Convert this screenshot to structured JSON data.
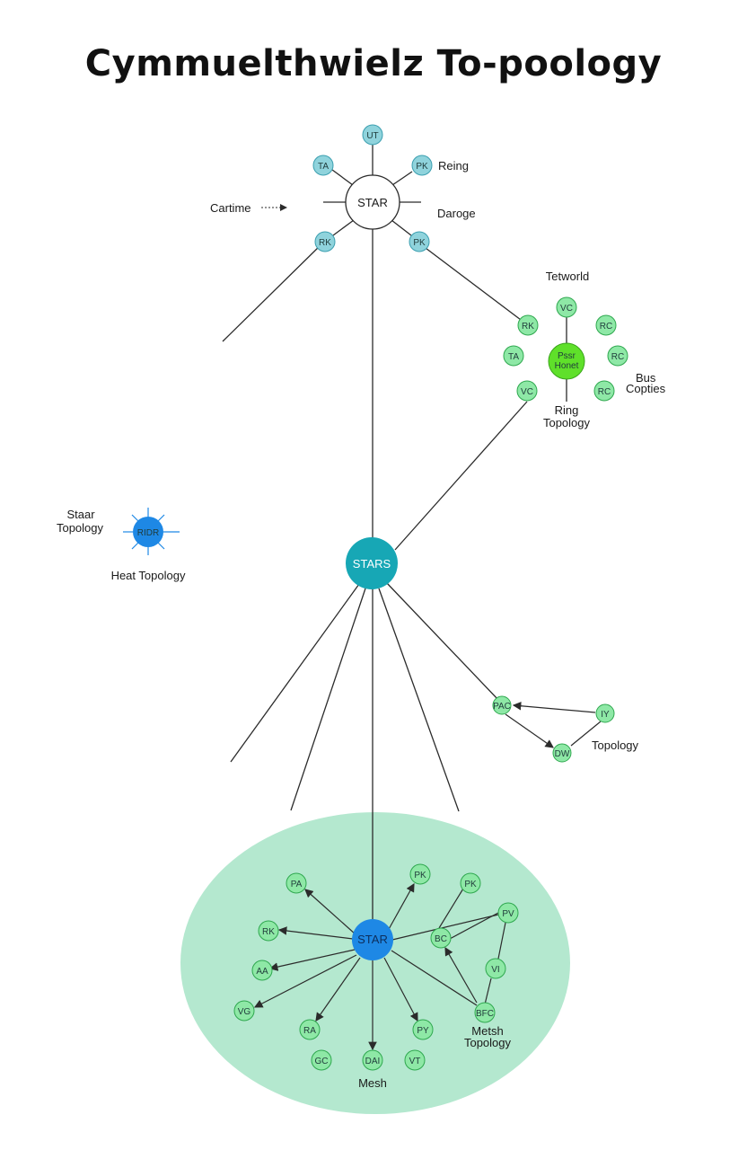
{
  "title": "Cymmuelthwielz To-poology",
  "colors": {
    "line": "#2b2b2b",
    "teal_node": "#8fd3dc",
    "teal_stroke": "#3b9fb0",
    "green_node": "#8ee8a6",
    "green_stroke": "#2fa84f",
    "bright_green": "#5fe02a",
    "stars_hub": "#17a7b5",
    "blue_hub": "#1e88e5",
    "mesh_bg": "#b4e8cf"
  },
  "labels": {
    "reing": "Reing",
    "cartime": "Cartime",
    "daroge": "Daroge",
    "tetworld": "Tetworld",
    "bus": "Bus",
    "copties": "Copties",
    "ring": "Ring",
    "topology_right": "Topology",
    "staar": "Staar",
    "staar_topology": "Topology",
    "heat_topology": "Heat Topology",
    "triangle_topology": "Topology",
    "metsh": "Metsh",
    "mesh_topology": "Topology",
    "mesh": "Mesh"
  },
  "hubs": {
    "top_star": "STAR",
    "ring_hub_line1": "Pssr",
    "ring_hub_line2": "Honet",
    "staar_hub": "RIDR",
    "center": "STARS",
    "mesh_hub": "STAR"
  },
  "top_nodes": [
    "UT",
    "TA",
    "PK",
    "RK",
    "PK"
  ],
  "ring_nodes": [
    "VC",
    "RK",
    "RC",
    "TA",
    "RC",
    "VC",
    "RC"
  ],
  "triangle_nodes": [
    "PAC",
    "IY",
    "DW"
  ],
  "mesh_nodes": [
    "PA",
    "PK",
    "PK",
    "PV",
    "RK",
    "BC",
    "AA",
    "VI",
    "VG",
    "BFC",
    "RA",
    "PY",
    "GC",
    "DAI",
    "VT"
  ]
}
